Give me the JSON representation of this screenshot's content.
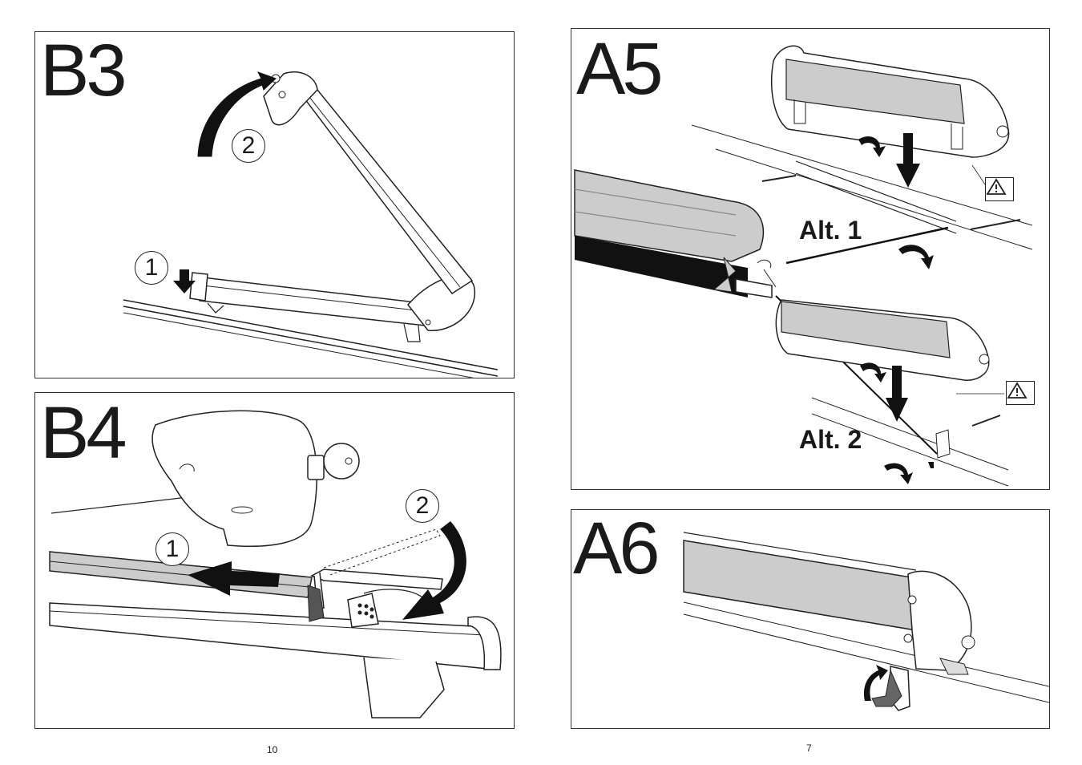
{
  "left_page": {
    "page_number": "10",
    "panels": [
      {
        "step": "B3",
        "callouts": [
          "1",
          "2"
        ],
        "icons": [
          "ski-carrier-icon",
          "open-rotation-arrow-icon",
          "press-arrow-icon"
        ]
      },
      {
        "step": "B4",
        "callouts": [
          "1",
          "2"
        ],
        "icons": [
          "lock-cover-icon",
          "key-icon",
          "slide-arrow-icon",
          "curved-arrow-icon"
        ]
      }
    ]
  },
  "right_page": {
    "page_number": "7",
    "panels": [
      {
        "step": "A5",
        "alternatives": [
          "Alt. 1",
          "Alt. 2"
        ],
        "icons": [
          "warning-triangle-icon",
          "rail-profile-icon",
          "down-arrow-icon",
          "rotate-arrow-icon"
        ]
      },
      {
        "step": "A6",
        "icons": [
          "ski-carrier-icon",
          "lever-icon",
          "curved-arrow-icon"
        ]
      }
    ]
  },
  "colors": {
    "line": "#222222",
    "panel_fill": "#cccccc",
    "background": "#ffffff"
  }
}
